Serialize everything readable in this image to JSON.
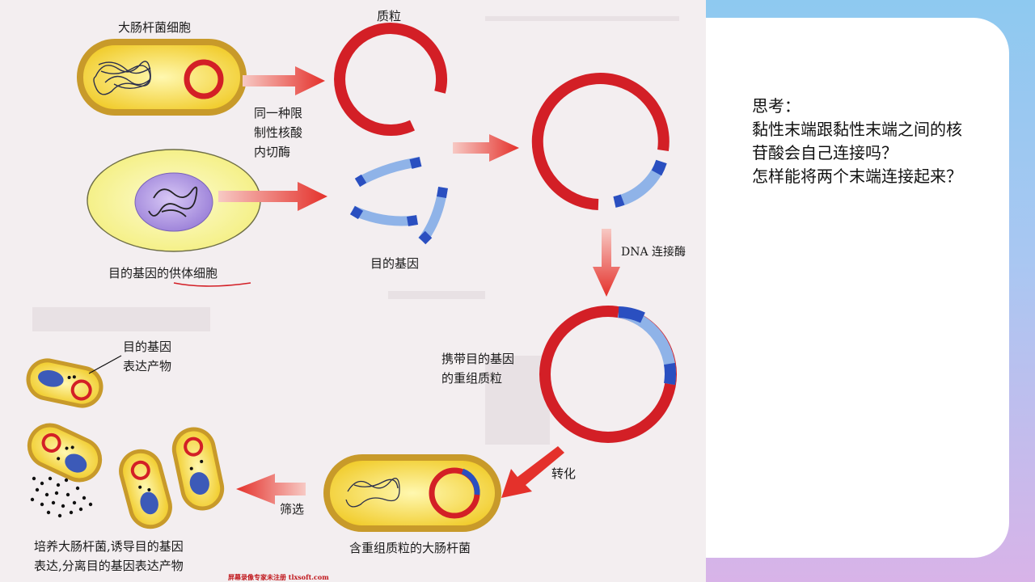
{
  "figure": {
    "labels": {
      "ecoli": "大肠杆菌细胞",
      "plasmid": "质粒",
      "enzyme": "同一种限\n制性核酸\n内切酶",
      "donor_cell": "目的基因的供体细胞",
      "target_gene": "目的基因",
      "ligase": "DNA 连接酶",
      "recombinant": "携带目的基因\n的重组质粒",
      "transform": "转化",
      "ecoli_recombinant": "含重组质粒的大肠杆菌",
      "screen": "筛选",
      "product": "目的基因\n表达产物",
      "culture": "培养大肠杆菌,诱导目的基因\n表达,分离目的基因表达产物"
    },
    "watermark": "屏幕录像专家未注册 tlxsoft.com"
  },
  "question": {
    "text": "思考：\n黏性末端跟黏性末端之间的核苷酸会自己连接吗？\n怎样能将两个末端连接起来？"
  },
  "colors": {
    "plasmid_red": "#d31f26",
    "gene_blue": "#2a4fc0",
    "gene_light": "#8fb3e8",
    "cell_yellow": "#f3d33a",
    "arrow_red": "#e4312b",
    "nucleus_purple": "#a68be0"
  }
}
